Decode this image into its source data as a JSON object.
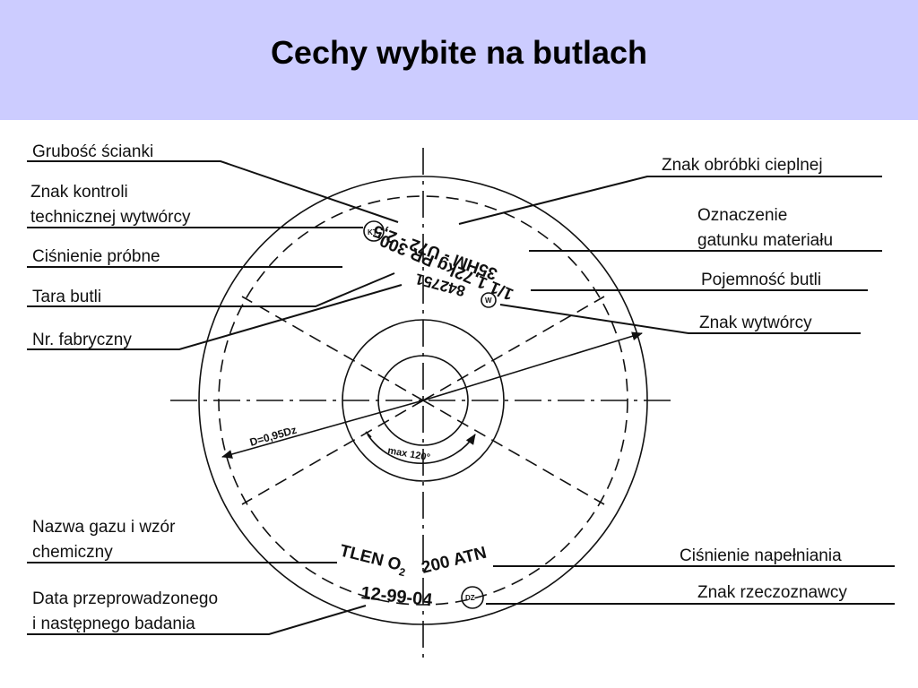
{
  "slide": {
    "title": "Cechy wybite na butlach"
  },
  "labels": {
    "grubosc": "Grubość ścianki",
    "znak_kontroli_1": "Znak kontroli",
    "znak_kontroli_2": "technicznej wytwórcy",
    "cisnienie_probne": "Ciśnienie próbne",
    "tara": "Tara butli",
    "nr_fabryczny": "Nr. fabryczny",
    "obrobka": "Znak obróbki cieplnej",
    "oznaczenie_1": "Oznaczenie",
    "oznaczenie_2": "gatunku materiału",
    "pojemnosc": "Pojemność butli",
    "wytworca": "Znak wytwórcy",
    "nazwa_gazu_1": "Nazwa gazu i wzór",
    "nazwa_gazu_2": "chemiczny",
    "data_1": "Data przeprowadzonego",
    "data_2": "i następnego badania",
    "cisnienie_napelniania": "Ciśnienie napełniania",
    "rzeczoznawca": "Znak rzeczoznawcy"
  },
  "stamps": {
    "line1": "35HM - U72 - 2,5",
    "line2": "1/1 1,72kg PR 300",
    "line3": "842751",
    "gas": "TLEN O",
    "gas_sub": "2",
    "pressure": "200 ATN",
    "dates": "12-99-04",
    "logo_kt": "KT",
    "logo_w": "W",
    "logo_dz": "DZ"
  },
  "dimensions": {
    "diameter": "D=0,95Dz",
    "angle": "max 120°"
  }
}
